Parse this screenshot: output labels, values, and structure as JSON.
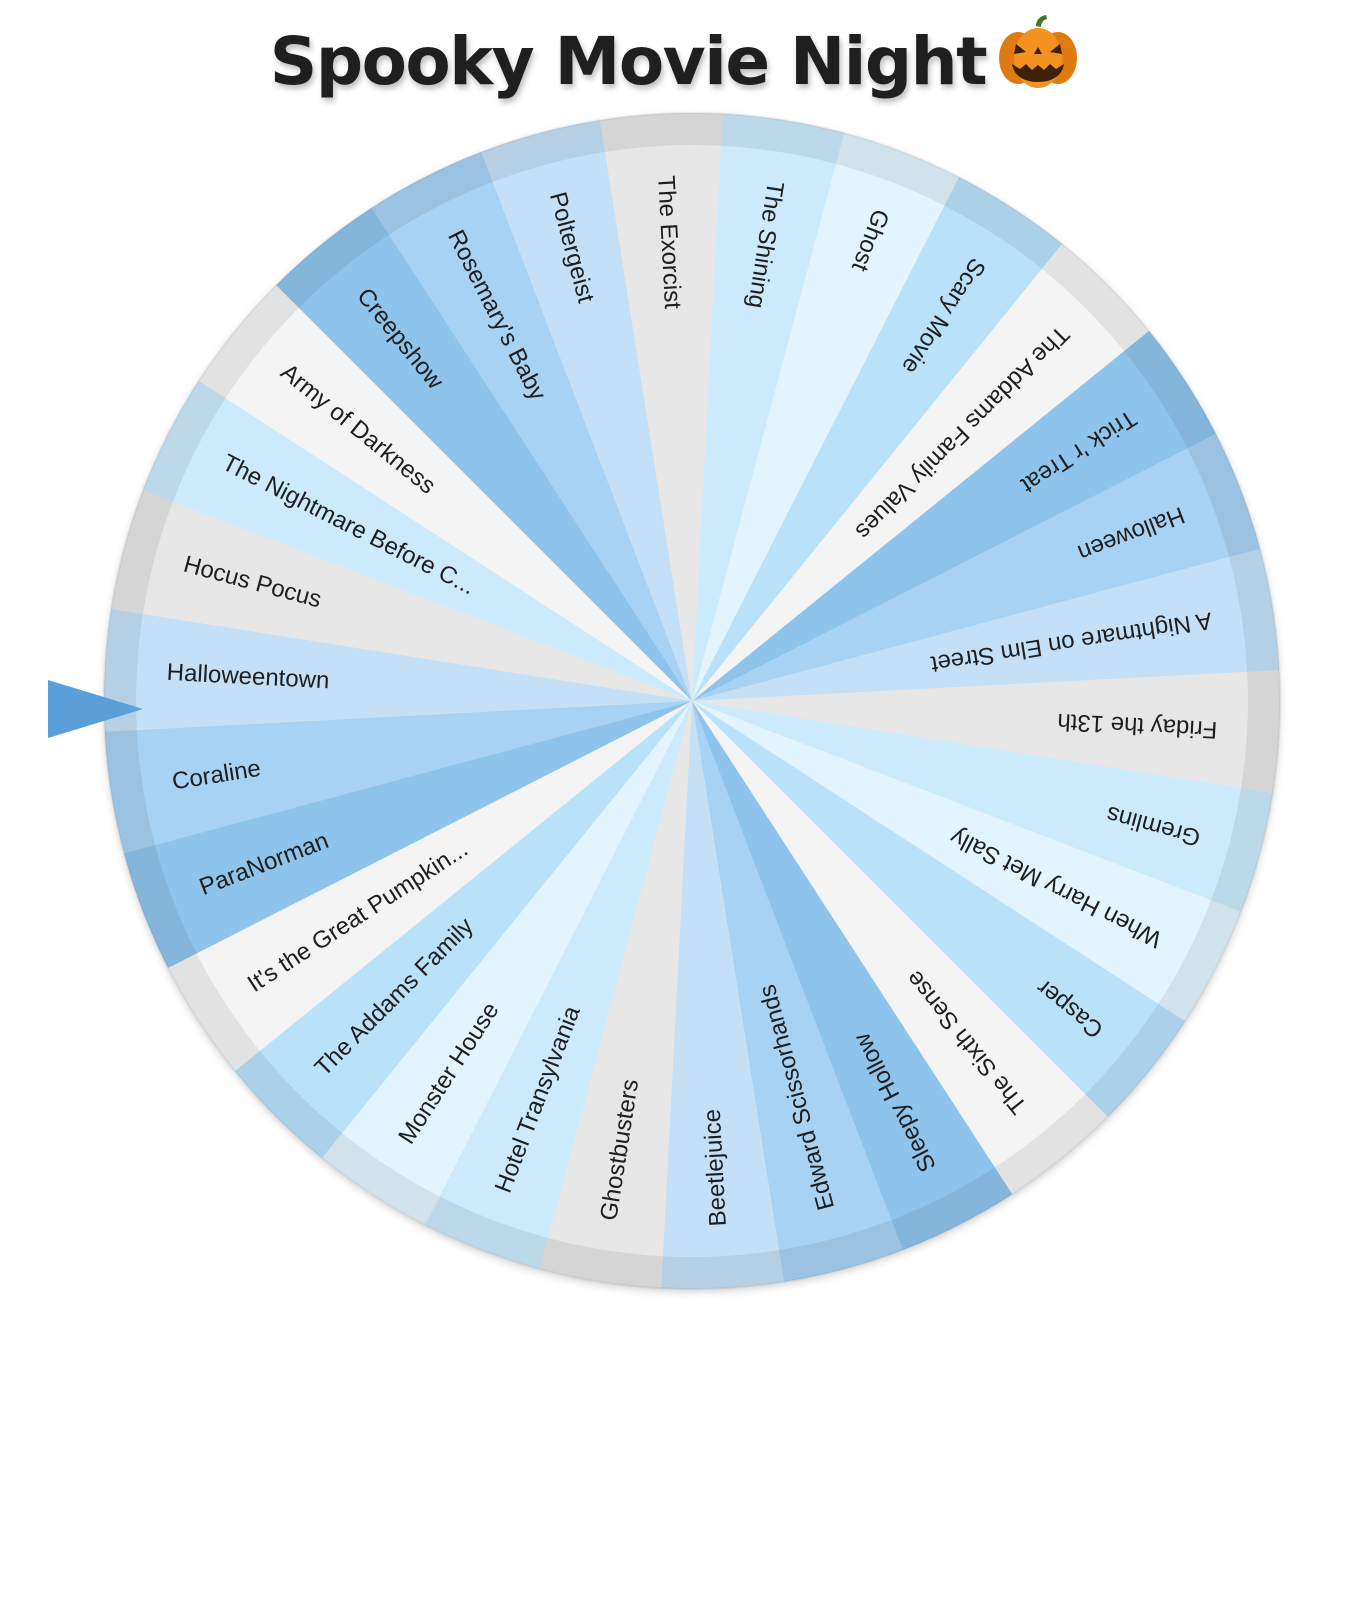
{
  "title": "Spooky Movie Night",
  "title_icon": "jack-o-lantern-icon",
  "colors": {
    "shade_1": "#f4f4f4",
    "shade_2": "#e6e6e6",
    "shade_3": "#cbeafb",
    "shade_4": "#e2f4fd",
    "shade_5": "#b9e1fa",
    "shade_6": "#c3e0f7",
    "shade_7": "#a7d2f3",
    "shade_8": "#8ec4ec",
    "pointer": "#5b9fd8",
    "rim_tint": "rgba(0,0,0,0.07)"
  },
  "wheel": {
    "pointer_icon": "triangle-pointer-icon",
    "selected_label": "Halloweentown",
    "segments": [
      {
        "label": "Halloweentown",
        "shade": "shade_6"
      },
      {
        "label": "Hocus Pocus",
        "shade": "shade_2"
      },
      {
        "label": "The Nightmare Before C...",
        "shade": "shade_3"
      },
      {
        "label": "Army of Darkness",
        "shade": "shade_1"
      },
      {
        "label": "Creepshow",
        "shade": "shade_8"
      },
      {
        "label": "Rosemary's Baby",
        "shade": "shade_7"
      },
      {
        "label": "Poltergeist",
        "shade": "shade_6"
      },
      {
        "label": "The Exorcist",
        "shade": "shade_2"
      },
      {
        "label": "The Shining",
        "shade": "shade_3"
      },
      {
        "label": "Ghost",
        "shade": "shade_4"
      },
      {
        "label": "Scary Movie",
        "shade": "shade_5"
      },
      {
        "label": "The Addams Family Values",
        "shade": "shade_1"
      },
      {
        "label": "Trick 'r Treat",
        "shade": "shade_8"
      },
      {
        "label": "Halloween",
        "shade": "shade_7"
      },
      {
        "label": "A Nightmare on Elm Street",
        "shade": "shade_6"
      },
      {
        "label": "Friday the 13th",
        "shade": "shade_2"
      },
      {
        "label": "Gremlins",
        "shade": "shade_3"
      },
      {
        "label": "When Harry Met Sally",
        "shade": "shade_4"
      },
      {
        "label": "Casper",
        "shade": "shade_5"
      },
      {
        "label": "The Sixth Sense",
        "shade": "shade_1"
      },
      {
        "label": "Sleepy Hollow",
        "shade": "shade_8"
      },
      {
        "label": "Edward Scissorhands",
        "shade": "shade_7"
      },
      {
        "label": "Beetlejuice",
        "shade": "shade_6"
      },
      {
        "label": "Ghostbusters",
        "shade": "shade_2"
      },
      {
        "label": "Hotel Transylvania",
        "shade": "shade_3"
      },
      {
        "label": "Monster House",
        "shade": "shade_4"
      },
      {
        "label": "The Addams Family",
        "shade": "shade_5"
      },
      {
        "label": "It's the Great Pumpkin...",
        "shade": "shade_1"
      },
      {
        "label": "ParaNorman",
        "shade": "shade_8"
      },
      {
        "label": "Coraline",
        "shade": "shade_7"
      }
    ]
  }
}
